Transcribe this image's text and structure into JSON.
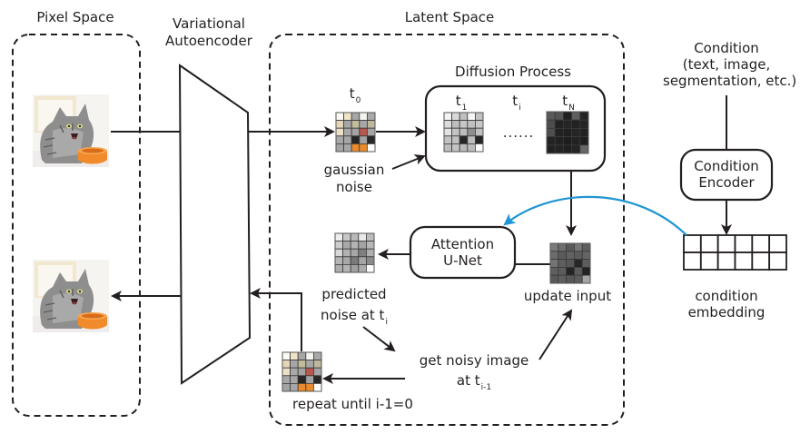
{
  "regions": {
    "pixel_space": "Pixel Space",
    "autoencoder_line1": "Variational",
    "autoencoder_line2": "Autoencoder",
    "latent_space": "Latent Space"
  },
  "diffusion": {
    "title": "Diffusion Process",
    "t0": {
      "base": "t",
      "sub": "0"
    },
    "t1": {
      "base": "t",
      "sub": "1"
    },
    "ti": {
      "base": "t",
      "sub": "i"
    },
    "tN": {
      "base": "t",
      "sub": "N"
    },
    "ellipsis": "......"
  },
  "labels": {
    "gaussian_line1": "gaussian",
    "gaussian_line2": "noise",
    "attention_line1": "Attention",
    "attention_line2": "U-Net",
    "update_input": "update input",
    "predicted_line1": "predicted",
    "predicted_line2": "noise at t",
    "predicted_sub": "i",
    "noisy_line1": "get noisy image",
    "noisy_line2": "at t",
    "noisy_sub": "i-1",
    "repeat": "repeat until i-1=0"
  },
  "condition": {
    "title_line1": "Condition",
    "title_line2": "(text, image,",
    "title_line3": "segmentation, etc.)",
    "encoder_line1": "Condition",
    "encoder_line2": "Encoder",
    "embedding_line1": "condition",
    "embedding_line2": "embedding",
    "embedding_rows": 2,
    "embedding_cols": 6
  },
  "colors": {
    "stroke": "#231f20",
    "cross_attention": "#1f96d3",
    "dashed": "#231f20"
  },
  "grids": {
    "latent_t0": [
      [
        "#fbfaf4",
        "#efe3c8",
        "#a7a7a7",
        "#f5f3ee",
        "#a9a9a9"
      ],
      [
        "#e6d6b8",
        "#a6a6a6",
        "#c3bc9a",
        "#a7a7a7",
        "#bdb79b"
      ],
      [
        "#ece0c6",
        "#a8a8a8",
        "#a3a3a3",
        "#b8574b",
        "#a5a5a5"
      ],
      [
        "#a8a8a8",
        "#a6a6a6",
        "#282624",
        "#a2a2a2",
        "#2a2826"
      ],
      [
        "#a4a4a4",
        "#a6a6a6",
        "#ea8a2c",
        "#e88b2d",
        "#ffffff"
      ]
    ],
    "noisy_t1": [
      [
        "#f4f4f4",
        "#d9d9d9",
        "#c0c0c0",
        "#f7f7f7",
        "#c2c2c2"
      ],
      [
        "#dcdcdc",
        "#bebebe",
        "#c6c6c6",
        "#c1c1c1",
        "#c8c8c8"
      ],
      [
        "#e3e3e3",
        "#c3c3c3",
        "#bcbcbc",
        "#8f8f8f",
        "#c0c0c0"
      ],
      [
        "#c3c3c3",
        "#c0c0c0",
        "#262626",
        "#bdbdbd",
        "#252525"
      ],
      [
        "#bdbdbd",
        "#c3c3c3",
        "#bababa",
        "#bdbdbd",
        "#ffffff"
      ]
    ],
    "noisy_tN": [
      [
        "#5a5a5a",
        "#555555",
        "#1f1f1f",
        "#5f5f5f",
        "#242424"
      ],
      [
        "#4d4d4d",
        "#222222",
        "#262626",
        "#222222",
        "#252525"
      ],
      [
        "#4f4f4f",
        "#222222",
        "#202020",
        "#252525",
        "#222222"
      ],
      [
        "#232323",
        "#212121",
        "#1d1d1d",
        "#222222",
        "#1f1f1f"
      ],
      [
        "#212121",
        "#232323",
        "#1f1f1f",
        "#242424",
        "#676767"
      ]
    ],
    "predicted_noise": [
      [
        "#eeeeee",
        "#c7c7c7",
        "#b9b9b9",
        "#e9e9e9",
        "#bcbcbc"
      ],
      [
        "#cccccc",
        "#a9a9a9",
        "#b4b4b4",
        "#a4a4a4",
        "#b8b8b8"
      ],
      [
        "#d8d8d8",
        "#b2b2b2",
        "#a7a7a7",
        "#7f7f7f",
        "#b0b0b0"
      ],
      [
        "#b5b5b5",
        "#a8a8a8",
        "#7a7a7a",
        "#a5a5a5",
        "#8c8c8c"
      ],
      [
        "#adadad",
        "#b3b3b3",
        "#a0a0a0",
        "#acacac",
        "#ffffff"
      ]
    ],
    "update_input": [
      [
        "#7b7b7b",
        "#6e6e6e",
        "#5a5a5a",
        "#777777",
        "#5f5f5f"
      ],
      [
        "#6c6c6c",
        "#5b5b5b",
        "#626262",
        "#5d5d5d",
        "#656565"
      ],
      [
        "#737373",
        "#5e5e5e",
        "#585858",
        "#272727",
        "#5c5c5c"
      ],
      [
        "#5f5f5f",
        "#5c5c5c",
        "#242424",
        "#5a5a5a",
        "#222222"
      ],
      [
        "#595959",
        "#5f5f5f",
        "#575757",
        "#5c5c5c",
        "#a5a5a5"
      ]
    ],
    "output_latent": [
      [
        "#fbfaf4",
        "#efe3c8",
        "#a7a7a7",
        "#f5f3ee",
        "#a9a9a9"
      ],
      [
        "#e6d6b8",
        "#a6a6a6",
        "#c3bc9a",
        "#a7a7a7",
        "#bdb79b"
      ],
      [
        "#ece0c6",
        "#a8a8a8",
        "#a3a3a3",
        "#b8574b",
        "#a5a5a5"
      ],
      [
        "#a8a8a8",
        "#a6a6a6",
        "#282624",
        "#a2a2a2",
        "#2a2826"
      ],
      [
        "#a4a4a4",
        "#a6a6a6",
        "#ea8a2c",
        "#e88b2d",
        "#ffffff"
      ]
    ]
  },
  "images": {
    "input_image": "cat-with-orange-bowl",
    "output_image": "cat-with-orange-bowl"
  }
}
